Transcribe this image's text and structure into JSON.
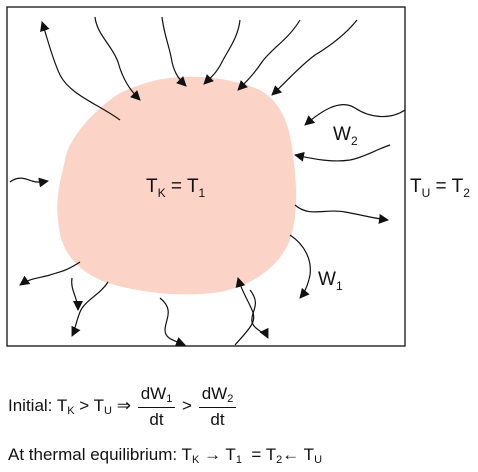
{
  "diagram": {
    "body_label": {
      "T": "T",
      "sub1": "K",
      "eq": " = ",
      "T2": "T",
      "sub2": "1"
    },
    "env_label": {
      "T": "T",
      "sub1": "U",
      "eq": " = ",
      "T2": "T",
      "sub2": "2"
    },
    "w2_label": {
      "W": "W",
      "sub": "2"
    },
    "w1_label": {
      "W": "W",
      "sub": "1"
    },
    "colors": {
      "body_fill": "#fbd3c7",
      "ink": "#111111",
      "background": "#ffffff"
    }
  },
  "caption": {
    "line1": {
      "prefix": "Initial: ",
      "tk": "T",
      "tk_sub": "K",
      "gt": " > ",
      "tu": "T",
      "tu_sub": "U",
      "implies": " ⇒ ",
      "frac1_num": "dW",
      "frac1_num_sub": "1",
      "frac1_den": "dt",
      "gt2": " > ",
      "frac2_num": "dW",
      "frac2_num_sub": "2",
      "frac2_den": "dt"
    },
    "line2": {
      "prefix": "At thermal equilibrium: ",
      "tk": "T",
      "tk_sub": "K",
      "arrow_right": " → ",
      "t1": "T",
      "t1_sub": "1",
      "eq": "  = ",
      "t2": "T",
      "t2_sub": "2",
      "arrow_left": "← ",
      "tu": "T",
      "tu_sub": "U"
    }
  }
}
